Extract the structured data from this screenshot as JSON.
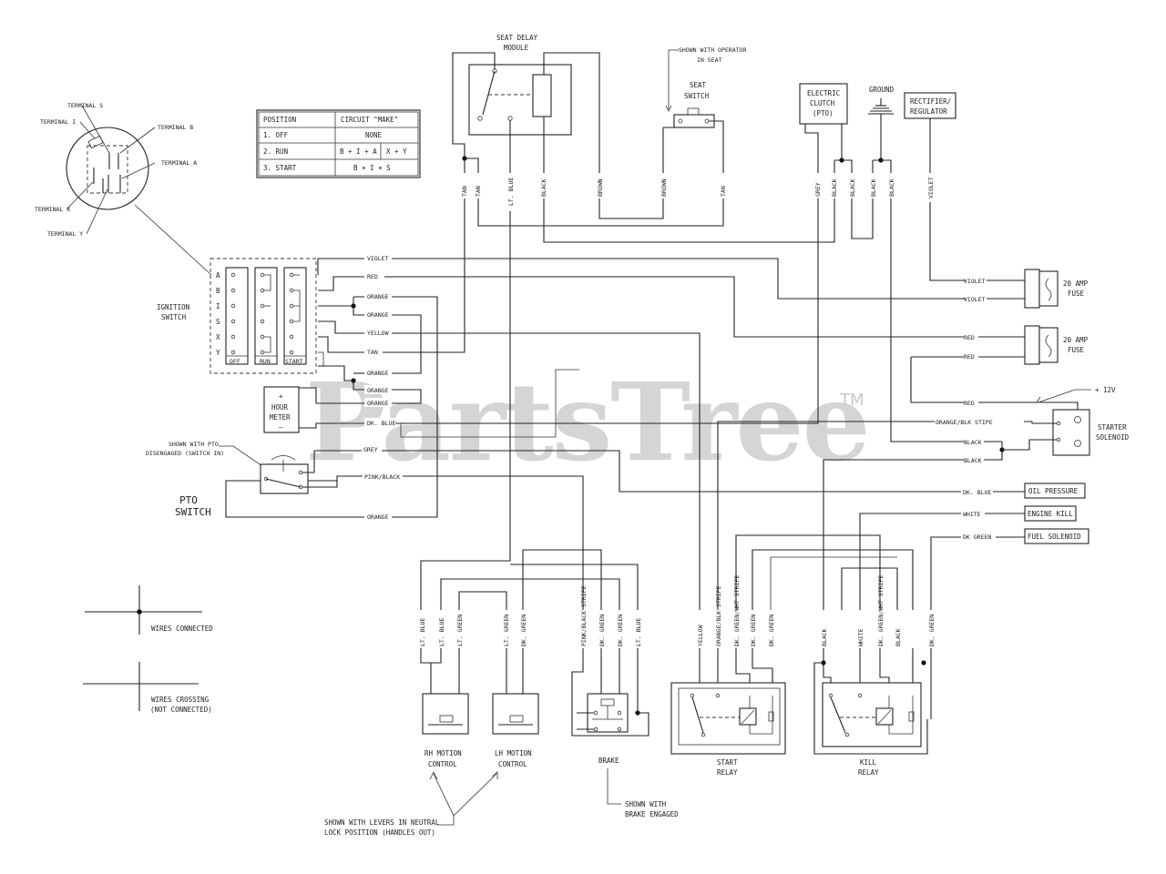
{
  "watermark": {
    "text": "PartsTree",
    "tm": "TM"
  },
  "terminals": {
    "s": "TERMINAL S",
    "i": "TERMINAL I",
    "b": "TERMINAL B",
    "a": "TERMINAL A",
    "x": "TERMINAL X",
    "y": "TERMINAL Y"
  },
  "truth_table": {
    "headers": [
      "POSITION",
      "CIRCUIT \"MAKE\""
    ],
    "rows": [
      {
        "pos": "1. OFF",
        "circuit": "NONE"
      },
      {
        "pos": "2. RUN",
        "circuit": "B + I + A",
        "circuit2": "X + Y"
      },
      {
        "pos": "3. START",
        "circuit": "B + I + S"
      }
    ]
  },
  "modules": {
    "seat_delay_1": "SEAT DELAY",
    "seat_delay_2": "MODULE",
    "shown_operator_1": "SHOWN WITH OPERATOR",
    "shown_operator_2": "IN SEAT",
    "seat_switch_1": "SEAT",
    "seat_switch_2": "SWITCH",
    "clutch_1": "ELECTRIC",
    "clutch_2": "CLUTCH",
    "clutch_3": "(PTO)",
    "ground": "GROUND",
    "rectifier_1": "RECTIFIER/",
    "rectifier_2": "REGULATOR"
  },
  "top_wires": [
    "TAN",
    "TAN",
    "LT. BLUE",
    "BLACK",
    "BROWN",
    "BROWN",
    "TAN",
    "GREY",
    "BLACK",
    "BLACK",
    "BLACK",
    "BLACK",
    "VIOLET"
  ],
  "ignition": {
    "letters": [
      "A",
      "B",
      "I",
      "S",
      "X",
      "Y"
    ],
    "positions": [
      "OFF",
      "RUN",
      "START"
    ],
    "label_1": "IGNITION",
    "label_2": "SWITCH"
  },
  "harness_labels": [
    "VIOLET",
    "RED",
    "ORANGE",
    "ORANGE",
    "YELLOW",
    "TAN",
    "ORANGE",
    "ORANGE",
    "ORANGE",
    "DK. BLUE",
    "GREY",
    "PINK/BLACK",
    "ORANGE"
  ],
  "hour_meter": {
    "plus": "+",
    "line1": "HOUR",
    "line2": "METER",
    "minus": "–"
  },
  "pto": {
    "note_1": "SHOWN WITH PTO",
    "note_2": "DISENGAGED (SWITCH IN)",
    "label_1": "PTO",
    "label_2": "SWITCH"
  },
  "fuses": {
    "violet_a": "VIOLET",
    "violet_b": "VIOLET",
    "fuse1_1": "20 AMP",
    "fuse1_2": "FUSE",
    "red_a": "RED",
    "red_b": "RED",
    "fuse2_1": "20 AMP",
    "fuse2_2": "FUSE",
    "red_c": "RED",
    "plus12": "+ 12V"
  },
  "starter": {
    "orange": "ORANGE/BLK STIPE",
    "black_a": "BLACK",
    "black_b": "BLACK",
    "label_1": "STARTER",
    "label_2": "SOLENOID"
  },
  "engine_outputs": [
    {
      "wire": "DK. BLUE",
      "box": "OIL PRESSURE"
    },
    {
      "wire": "WHITE",
      "box": "ENGINE KILL"
    },
    {
      "wire": "DK GREEN",
      "box": "FUEL SOLENOID"
    }
  ],
  "legend": {
    "connected": "WIRES CONNECTED",
    "crossing_1": "WIRES CROSSING",
    "crossing_2": "(NOT CONNECTED)"
  },
  "bottom_wires": {
    "rh": [
      "LT. BLUE",
      "LT. BLUE",
      "LT. GREEN"
    ],
    "lh": [
      "LT. GREEN",
      "DK. GREEN"
    ],
    "brake": [
      "PINK/BLACK STRIPE",
      "DK. GREEN",
      "DK. GREEN",
      "LT. BLUE"
    ],
    "start": [
      "YELLOW",
      "ORANGE/BLK STRIPE",
      "DK. GREEN/WHT STRIPE",
      "DK. GREEN",
      "DK. GREEN"
    ],
    "kill": [
      "BLACK",
      "WHITE",
      "DK. GREEN/WHT STRIPE",
      "BLACK",
      "DK. GREEN"
    ]
  },
  "components": {
    "rh_1": "RH MOTION",
    "rh_2": "CONTROL",
    "lh_1": "LH MOTION",
    "lh_2": "CONTROL",
    "brake": "BRAKE",
    "brake_note_1": "SHOWN WITH",
    "brake_note_2": "BRAKE ENGAGED",
    "start_1": "START",
    "start_2": "RELAY",
    "kill_1": "KILL",
    "kill_2": "RELAY",
    "levers_1": "SHOWN WITH LEVERS IN NEUTRAL",
    "levers_2": "LOCK POSITION (HANDLES OUT)"
  }
}
